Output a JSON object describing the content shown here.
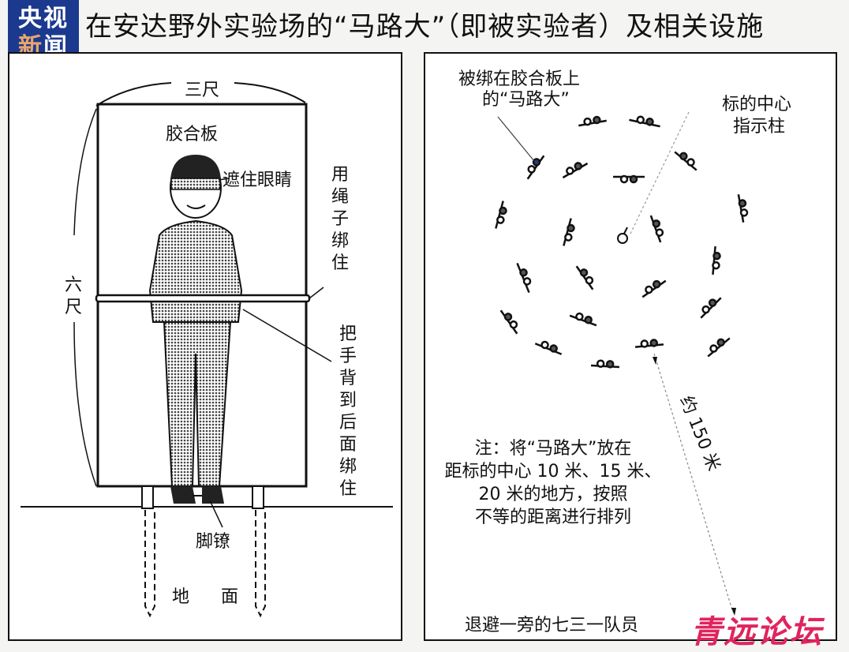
{
  "logo": {
    "line1": "央视",
    "line2_accent": "新",
    "line2_rest": "闻",
    "bg_color": "#1b3a8f",
    "accent_color": "#e9a66a"
  },
  "title": "在安达野外实验场的“马路大”（即被实验者）及相关设施",
  "left_panel": {
    "width_label": "三尺",
    "board_label": "胶合板",
    "blindfold_label": "遮住眼睛",
    "height_label": "六尺",
    "rope_label": "用绳子绑住",
    "hands_label": "把手背到后面绑住",
    "shackle_label": "脚镣",
    "ground_label_1": "地",
    "ground_label_2": "面"
  },
  "right_panel": {
    "victims_label_line1": "被绑在胶合板上",
    "victims_label_line2": "的“马路大”",
    "center_label_line1": "标的中心",
    "center_label_line2": "指示柱",
    "distance_label": "约 150 米",
    "note": "注：将“马路大”放在\n距标的中心 10 米、15 米、\n20 米的地方，按照\n不等的距离进行排列",
    "staff_label": "退避一旁的七三一队员"
  },
  "watermark": {
    "text": "青远论坛",
    "color": "#e0245e"
  }
}
